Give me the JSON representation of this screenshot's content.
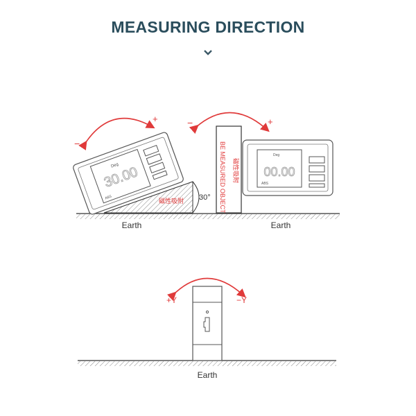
{
  "header": {
    "title": "MEASURING DIRECTION",
    "chevron_icon": "chevron-down-icon"
  },
  "diagram_1": {
    "display_value": "30.00",
    "unit": "Deg",
    "mode": "ABS",
    "plus_sign": "+",
    "minus_sign": "−",
    "angle_label": "30°",
    "magnetic_label": "磁性吸附",
    "ground_label": "Earth"
  },
  "diagram_2": {
    "display_value": "00.00",
    "unit": "Deg",
    "mode": "ABS",
    "plus_sign": "+",
    "minus_sign": "−",
    "object_label": "BE MEASURED OBJECT",
    "magnetic_label": "磁性吸附",
    "ground_label": "Earth"
  },
  "diagram_3": {
    "plus_label": "+Y",
    "minus_label": "−Y",
    "ground_label": "Earth"
  },
  "colors": {
    "title": "#2a4d5c",
    "accent": "#e03a3a",
    "line": "#333333",
    "device": "#555555"
  }
}
